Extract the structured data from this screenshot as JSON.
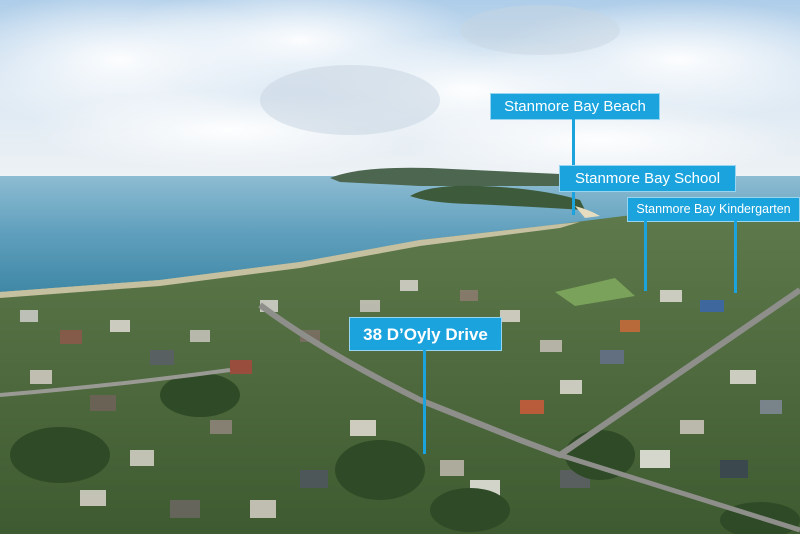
{
  "labels": {
    "beach": "Stanmore Bay Beach",
    "school": "Stanmore Bay School",
    "kindergarten": "Stanmore Bay Kindergarten",
    "property": "38 D’Oyly Drive"
  },
  "colors": {
    "callout_accent": "#1aa3dd",
    "callout_text": "#ffffff",
    "sea": "#6fa8c4",
    "sky": "#c9dff0"
  }
}
